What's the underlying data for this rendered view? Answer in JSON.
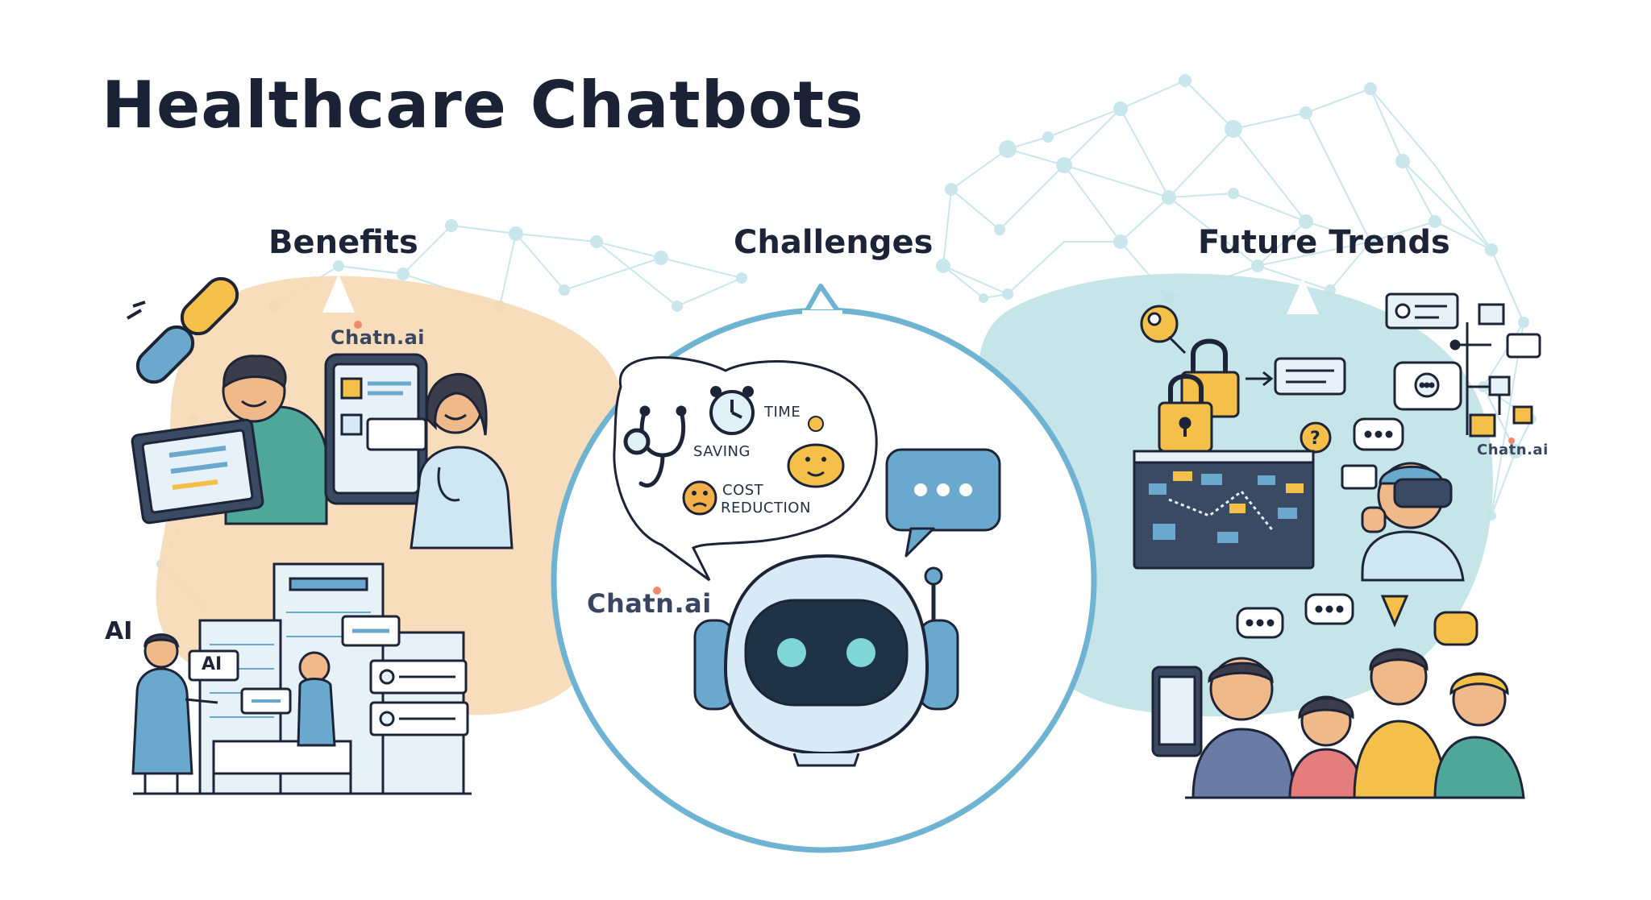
{
  "title": "Healthcare Chatbots",
  "sections": {
    "benefits": {
      "heading": "Benefits"
    },
    "challenges": {
      "heading": "Challenges"
    },
    "future": {
      "heading": "Future Trends"
    }
  },
  "speech_bubble": {
    "time_label": "TIME",
    "saving_label": "SAVING",
    "cost_label": "COST",
    "reduction_label": "REDUCTION"
  },
  "logos": {
    "benefits_logo": "Chatn.ai",
    "center_logo": "Chatn.ai",
    "future_logo": "Chatn.ai"
  },
  "ai_labels": {
    "corner": "AI",
    "screen": "AI"
  },
  "colors": {
    "benefits_blob": "#f7d9b5",
    "future_blob": "#bfe2e6",
    "circle_outline": "#6fb3d2",
    "network": "#bfe3ea",
    "robot_body": "#d8eaf6",
    "robot_visor": "#1f3347",
    "robot_eyes": "#7fd6d6",
    "lock_gold": "#f4c04a",
    "heading_text": "#1e2437"
  }
}
